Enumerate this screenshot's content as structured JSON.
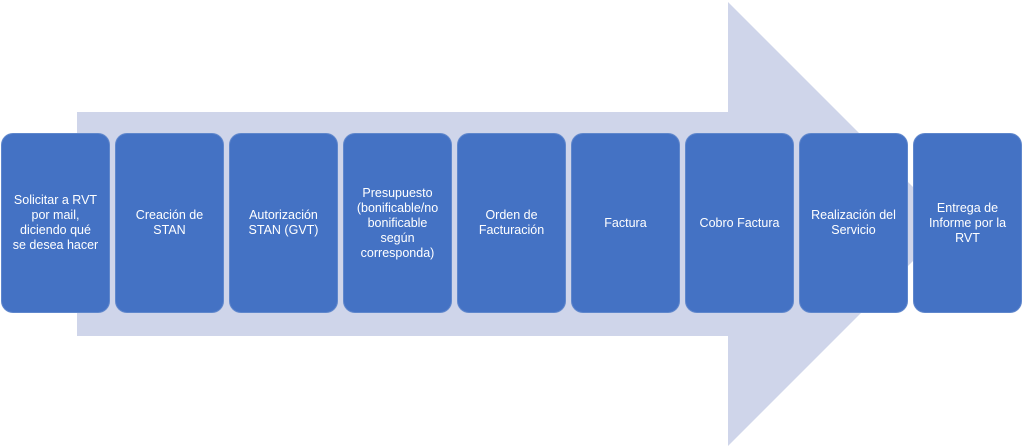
{
  "diagram": {
    "arrow_color": "#cfd5ea",
    "box_color": "#4472c4",
    "text_color": "#ffffff",
    "steps": [
      {
        "label": "Solicitar a RVT\npor mail,\ndiciendo qué\nse desea hacer"
      },
      {
        "label": "Creación de\nSTAN"
      },
      {
        "label": "Autorización\nSTAN (GVT)"
      },
      {
        "label": "Presupuesto\n(bonificable/no\nbonificable\nsegún\ncorresponda)"
      },
      {
        "label": "Orden de\nFacturación"
      },
      {
        "label": "Factura"
      },
      {
        "label": "Cobro Factura"
      },
      {
        "label": "Realización del\nServicio"
      },
      {
        "label": "Entrega de\nInforme por la\nRVT"
      }
    ]
  }
}
